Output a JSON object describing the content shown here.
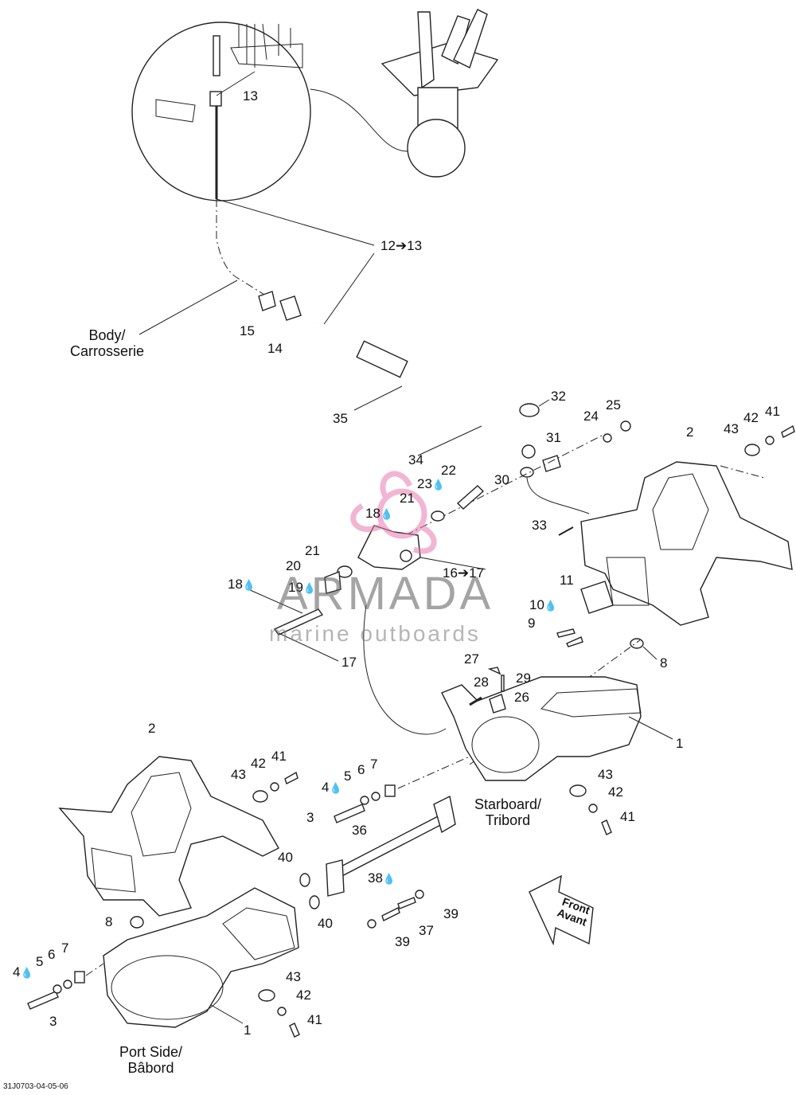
{
  "labels": {
    "l13a": "13",
    "l12_13": "12➔13",
    "l15": "15",
    "l14": "14",
    "l35": "35",
    "l34": "34",
    "l32": "32",
    "l31": "31",
    "l30": "30",
    "l24": "24",
    "l25": "25",
    "l2a": "2",
    "l43a": "43",
    "l42a": "42",
    "l41a": "41",
    "l22": "22",
    "l23": "23",
    "l21a": "21",
    "l18a": "18",
    "l21b": "21",
    "l20": "20",
    "l19": "19",
    "l18b": "18",
    "l16_17": "16➔17",
    "l17": "17",
    "l33": "33",
    "l11": "11",
    "l10": "10",
    "l9": "9",
    "l8a": "8",
    "l27": "27",
    "l28": "28",
    "l29": "29",
    "l26": "26",
    "l1a": "1",
    "l43b": "43",
    "l42b": "42",
    "l41b": "41",
    "l2b": "2",
    "l43c": "43",
    "l42c": "42",
    "l41c": "41",
    "l4a": "4",
    "l5a": "5",
    "l6a": "6",
    "l7a": "7",
    "l3a": "3",
    "l36": "36",
    "l40a": "40",
    "l40b": "40",
    "l38": "38",
    "l39a": "39",
    "l37": "37",
    "l39b": "39",
    "l8b": "8",
    "l4b": "4",
    "l5b": "5",
    "l6b": "6",
    "l7b": "7",
    "l3b": "3",
    "l43d": "43",
    "l42d": "42",
    "l41d": "41",
    "l1b": "1"
  },
  "drop_symbol": "💧",
  "body_label": "Body/\nCarrosserie",
  "starboard_label": "Starboard/\nTribord",
  "port_label": "Port Side/\nBâbord",
  "front_label": "Front\nAvant",
  "watermark": {
    "title": "ARMADA",
    "subtitle": "marine outboards",
    "accent_color": "#e87ab0"
  },
  "code": "31J0703-04-05-06"
}
